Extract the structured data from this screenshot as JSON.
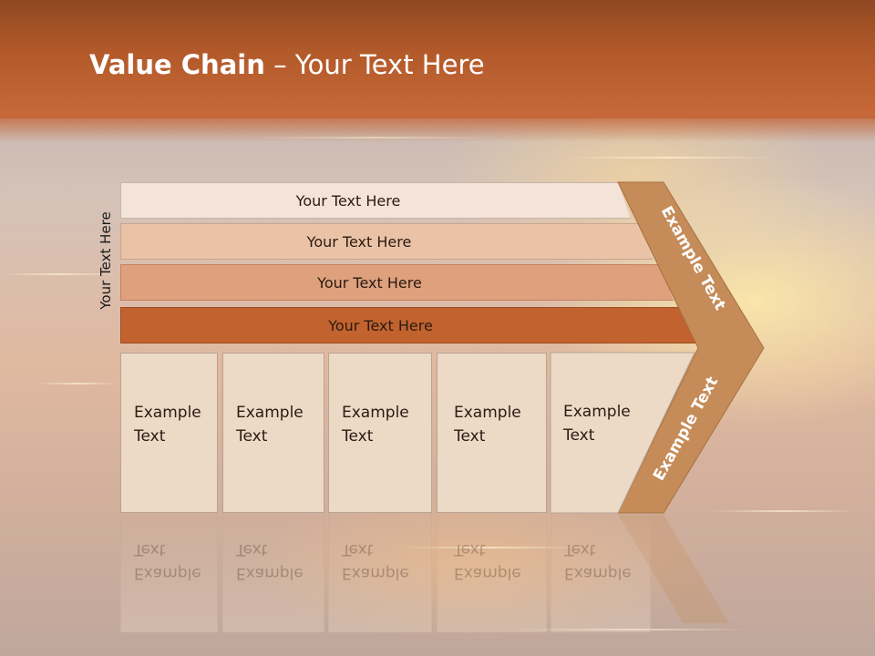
{
  "slide": {
    "title_bold": "Value Chain",
    "title_rest": " – Your Text Here"
  },
  "side_label": "Your Text Here",
  "bars": [
    {
      "label": "Your Text Here",
      "color": "#f3e3d9"
    },
    {
      "label": "Your Text Here",
      "color": "#eac3a7"
    },
    {
      "label": "Your Text Here",
      "color": "#dfa07d"
    },
    {
      "label": "Your Text Here",
      "color": "#c2632f"
    }
  ],
  "boxes": [
    {
      "line1": "Example",
      "line2": "Text"
    },
    {
      "line1": "Example",
      "line2": "Text"
    },
    {
      "line1": "Example",
      "line2": "Text"
    },
    {
      "line1": "Example",
      "line2": "Text"
    },
    {
      "line1": "Example",
      "line2": "Text"
    }
  ],
  "chevron": {
    "upper_label": "Example Text",
    "lower_label": "Example Text",
    "color": "#c58b58"
  }
}
